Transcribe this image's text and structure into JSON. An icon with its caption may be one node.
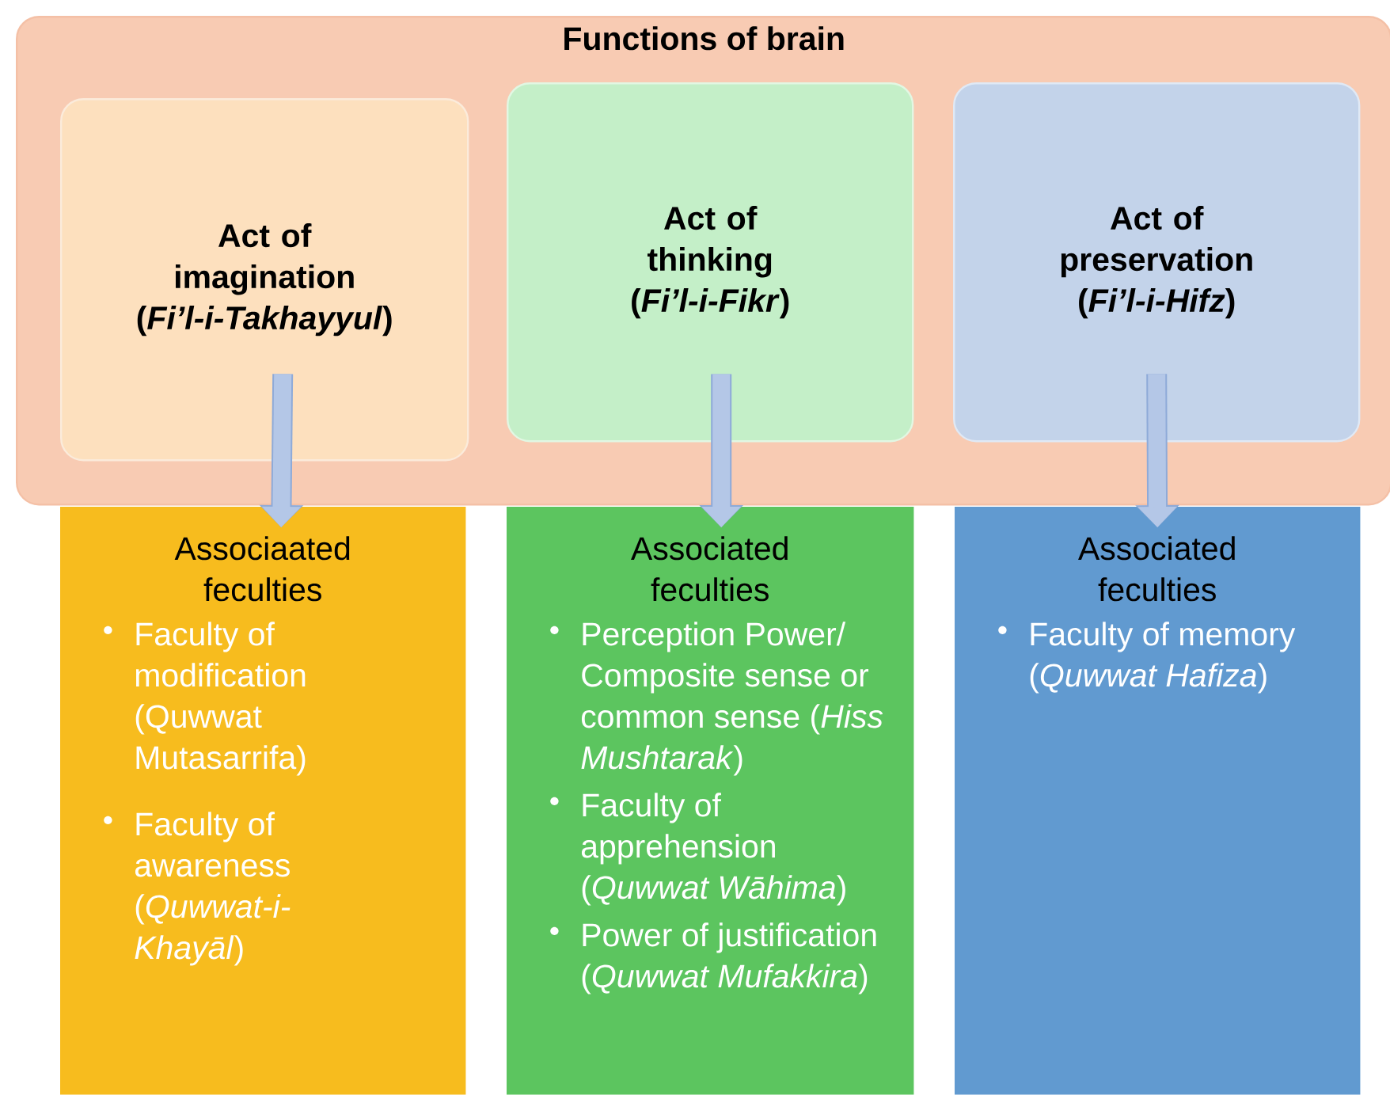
{
  "diagram": {
    "nodes": [
      {
        "text": [
          "Functions of brain"
        ]
      },
      {
        "text": [
          "Act of imagination (*Fi’l-i-Takhayyul*)"
        ],
        "in": 0
      },
      {
        "text": [
          "Act of thinking (*Fi’l-i-Fikr*)"
        ],
        "in": 0
      },
      {
        "text": [
          "Act of preservation (*Fi’l-i-Hifz*)"
        ],
        "in": 0
      },
      {
        "text": [
          "Associaated feculties",
          "Faculty of modification (Quwwat Mutasarrifa)",
          "Faculty of awareness (*Quwwat-i-Khayāl*)"
        ]
      },
      {
        "text": [
          "Associated feculties",
          "Perception Power/ Composite sense or common sense (*Hiss Mushtarak*)",
          "Faculty of apprehension (*Quwwat Wāhima*)",
          "Power of justification (*Quwwat Mufakkira*)"
        ]
      },
      {
        "text": [
          "Associated feculties",
          "Faculty of memory (*Quwwat Hafiza*)"
        ]
      }
    ],
    "edges": [
      {
        "from": 1,
        "to": 4,
        "arrow": "to"
      },
      {
        "from": 2,
        "to": 5,
        "arrow": "to"
      },
      {
        "from": 3,
        "to": 6,
        "arrow": "to"
      }
    ]
  }
}
